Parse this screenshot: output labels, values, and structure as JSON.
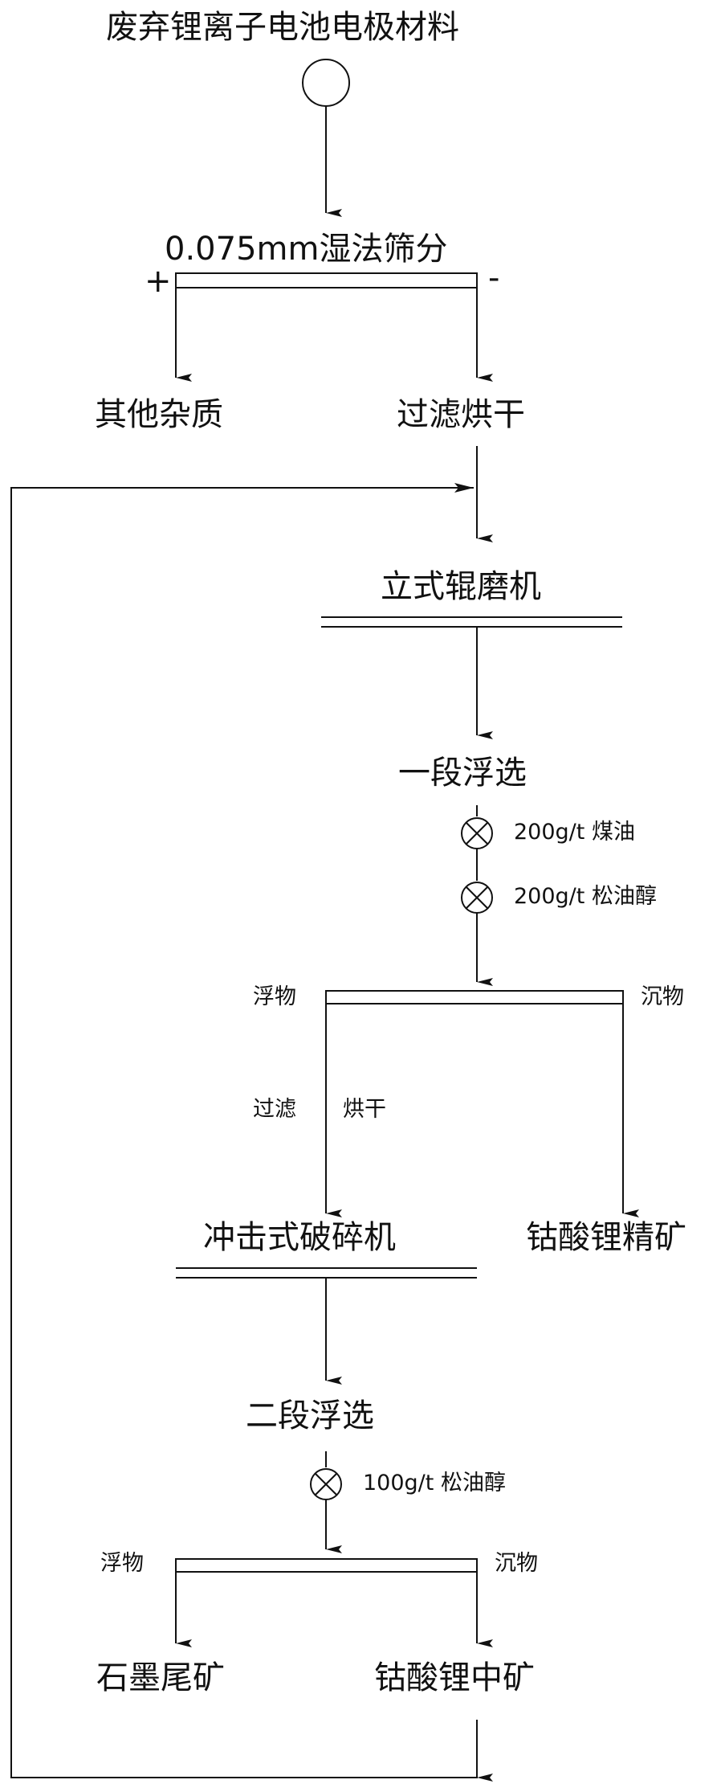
{
  "title": "废弃锂离子电池电极材料",
  "screening": {
    "label": "0.075mm湿法筛分",
    "plus": "+",
    "minus": "-",
    "oversize": "其他杂质",
    "undersize": "过滤烘干"
  },
  "grinding": "立式辊磨机",
  "flotation1": {
    "label": "一段浮选",
    "reagents": [
      "200g/t 煤油",
      "200g/t 松油醇"
    ],
    "float_label": "浮物",
    "sink_label": "沉物",
    "treat_left": "过滤",
    "treat_right": "烘干",
    "sink_product": "钴酸锂精矿"
  },
  "crusher": "冲击式破碎机",
  "flotation2": {
    "label": "二段浮选",
    "reagents": [
      "100g/t 松油醇"
    ],
    "float_label": "浮物",
    "sink_label": "沉物",
    "float_product": "石墨尾矿",
    "sink_product": "钴酸锂中矿"
  }
}
